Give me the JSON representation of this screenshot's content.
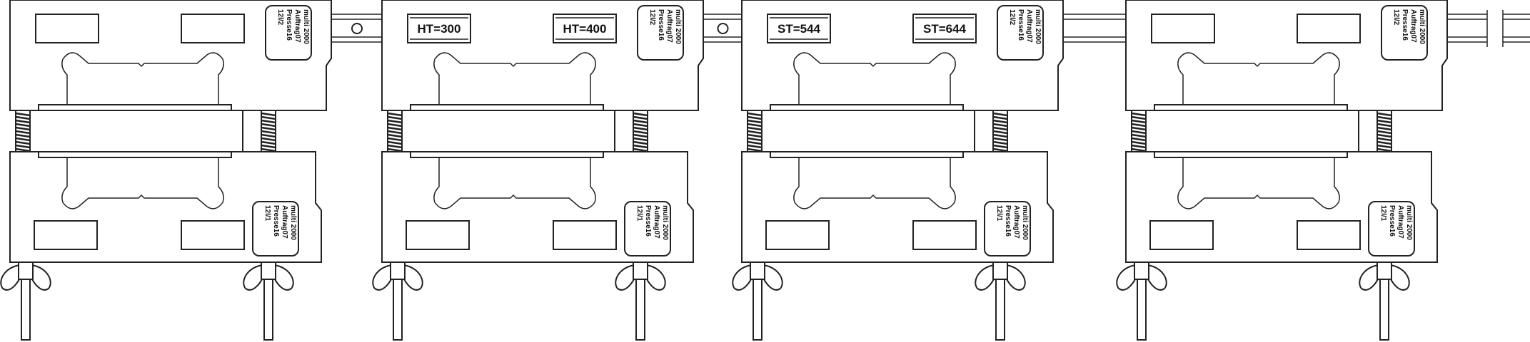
{
  "units": [
    {
      "tags": [
        "",
        ""
      ]
    },
    {
      "tags": [
        "HT=300",
        "HT=400"
      ]
    },
    {
      "tags": [
        "ST=544",
        "ST=644"
      ]
    },
    {
      "tags": [
        "",
        ""
      ]
    }
  ],
  "top_label": [
    "multi 2000",
    "Auftrag07",
    "Presse16",
    "12l/2"
  ],
  "bottom_label": [
    "multi 2000",
    "Auftrag07",
    "Presse16",
    "12l/1"
  ],
  "colors": {
    "line": "#222222",
    "background": "#ffffff"
  }
}
